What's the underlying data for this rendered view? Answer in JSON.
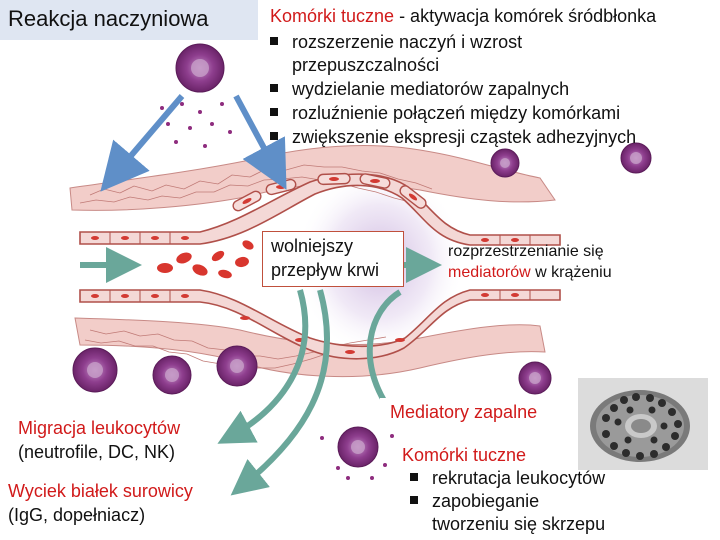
{
  "title": "Reakcja naczyniowa",
  "top_text": {
    "heading_red": "Komórki tuczne",
    "heading_rest": " - aktywacja komórek śródbłonka",
    "bullets": [
      "rozszerzenie naczyń i wzrost",
      "przepuszczalności",
      "wydzielanie mediatorów zapalnych",
      "rozluźnienie połączeń między komórkami",
      "zwiększenie ekspresji cząstek adhezyjnych"
    ]
  },
  "flow_box": {
    "line1": "wolniejszy",
    "line2": "przepływ krwi"
  },
  "spread": {
    "line1": "rozprzestrzenianie się",
    "red": "mediatorów",
    "rest": " w krążeniu"
  },
  "migration": {
    "title": "Migracja leukocytów",
    "sub": "(neutrofile, DC, NK)"
  },
  "leak": {
    "title": "Wyciek białek surowicy",
    "sub": "(IgG, dopełniacz)"
  },
  "mediators_label": "Mediatory zapalne",
  "mast_bottom": {
    "title": "Komórki tuczne",
    "bullets": [
      "rekrutacja leukocytów",
      "zapobieganie",
      "tworzeniu się skrzepu"
    ]
  },
  "colors": {
    "red": "#d11a1a",
    "arrow_blue": "#5f8fc8",
    "arrow_teal": "#5e9e92",
    "mast_purple": "#7a2d7a",
    "tissue_pink": "#f0c4c0"
  }
}
